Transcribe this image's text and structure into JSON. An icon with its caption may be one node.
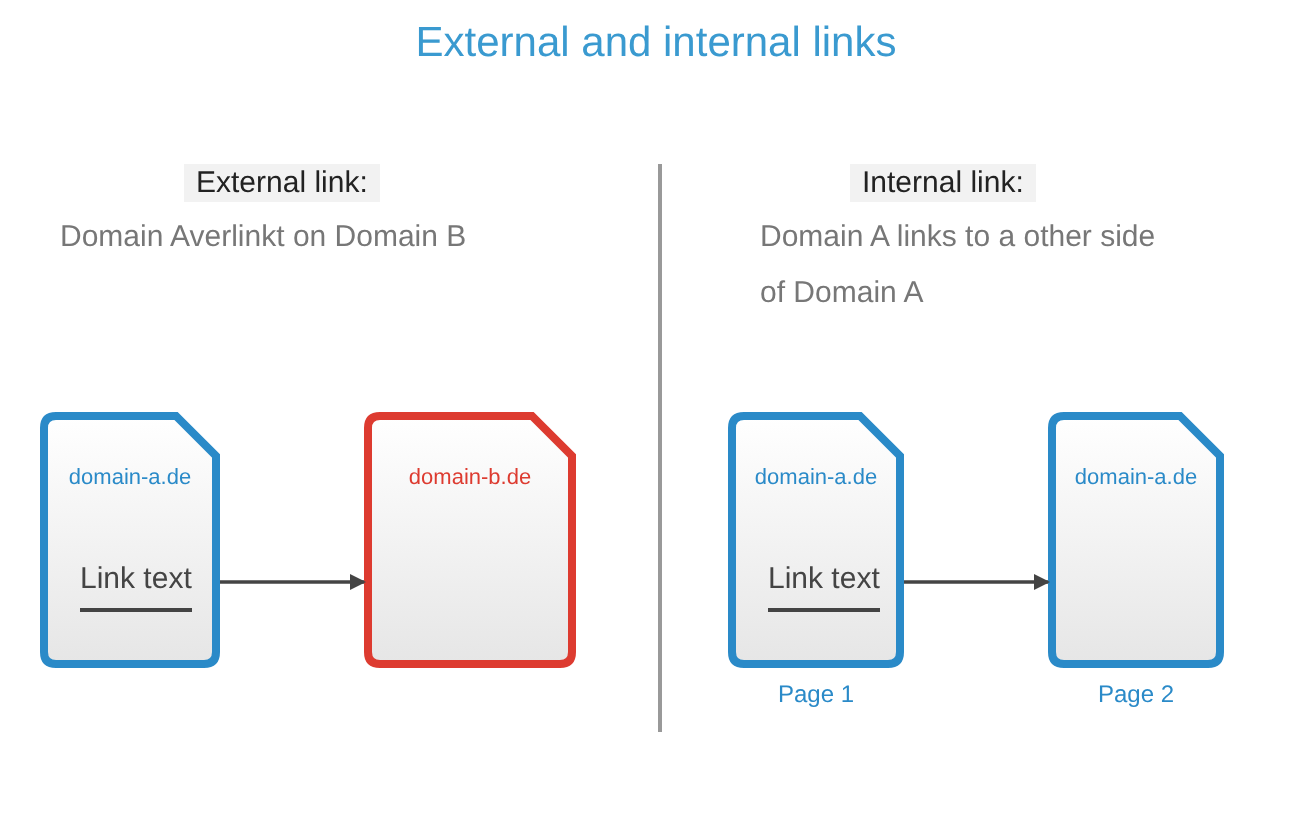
{
  "diagram": {
    "title": "External and internal links",
    "nodes": [
      {
        "text": [
          "domain-a.de",
          "Link text"
        ]
      },
      {
        "text": [
          "domain-b.de"
        ]
      },
      {
        "text": [
          "domain-a.de",
          "Link text"
        ],
        "beside": [
          "Page 1"
        ]
      },
      {
        "text": [
          "domain-a.de"
        ],
        "beside": [
          "Page 2"
        ]
      }
    ],
    "edges": [
      {
        "from": 0,
        "to": 1,
        "arrow": "to"
      },
      {
        "from": 2,
        "to": 3,
        "arrow": "to"
      }
    ],
    "labels": [
      "External link:",
      "Domain Averlinkt on Domain B",
      "Internal link:",
      "Domain A links to a other side of Domain A"
    ]
  }
}
